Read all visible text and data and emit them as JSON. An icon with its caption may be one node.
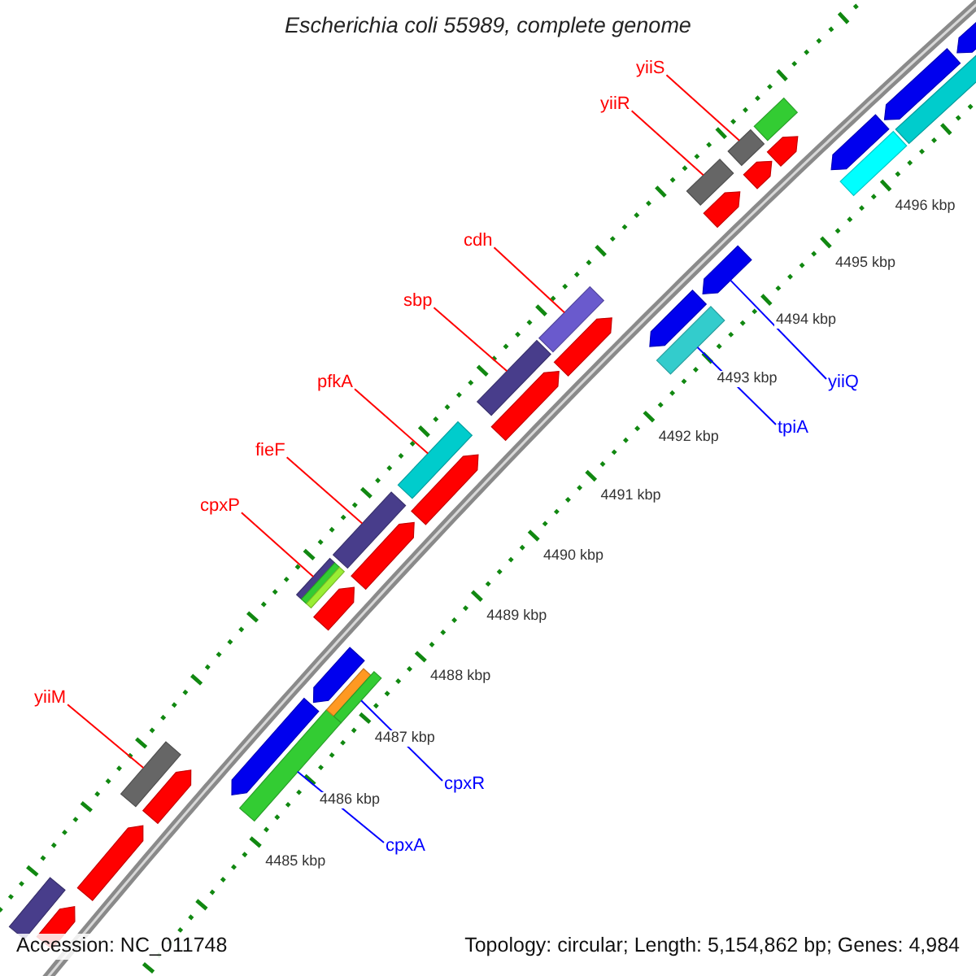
{
  "diagram": {
    "title": "Escherichia coli 55989, complete genome",
    "nodes": [
      {
        "text": [
          "yiiS"
        ]
      },
      {
        "text": [
          "yiiR"
        ]
      },
      {
        "text": [
          "cdh"
        ]
      },
      {
        "text": [
          "sbp"
        ]
      },
      {
        "text": [
          "pfkA"
        ]
      },
      {
        "text": [
          "yiiQ"
        ]
      },
      {
        "text": [
          "tpiA"
        ]
      },
      {
        "text": [
          "fieF"
        ]
      },
      {
        "text": [
          "cpxP"
        ]
      },
      {
        "text": [
          "yiiM"
        ]
      },
      {
        "text": [
          "cpxR"
        ]
      },
      {
        "text": [
          "cpxA"
        ]
      },
      {
        "text": [],
        "shape": "bar"
      },
      {
        "text": [],
        "shape": "bar"
      },
      {
        "text": [],
        "shape": "bar"
      },
      {
        "text": [],
        "shape": "bar"
      },
      {
        "text": [],
        "shape": "bar"
      },
      {
        "text": [],
        "shape": "bar"
      },
      {
        "text": [],
        "shape": "bar"
      },
      {
        "text": [],
        "shape": "bar"
      },
      {
        "text": [],
        "shape": "bar"
      },
      {
        "text": [],
        "shape": "bar"
      },
      {
        "text": [],
        "shape": "bar"
      },
      {
        "text": [],
        "shape": "bar"
      }
    ],
    "edges": [
      {
        "from": 0,
        "to": 23,
        "arrow": "none"
      },
      {
        "from": 1,
        "to": 22,
        "arrow": "none"
      },
      {
        "from": 2,
        "to": 19,
        "arrow": "none"
      },
      {
        "from": 3,
        "to": 18,
        "arrow": "none"
      },
      {
        "from": 4,
        "to": 17,
        "arrow": "none"
      },
      {
        "from": 5,
        "to": 21,
        "arrow": "none",
        "color": "#0000ff"
      },
      {
        "from": 6,
        "to": 20,
        "arrow": "none",
        "color": "#0000ff"
      },
      {
        "from": 7,
        "to": 16,
        "arrow": "none"
      },
      {
        "from": 8,
        "to": 15,
        "arrow": "none"
      },
      {
        "from": 9,
        "to": 12,
        "arrow": "none"
      },
      {
        "from": 10,
        "to": 14,
        "arrow": "none",
        "color": "#0000ff"
      },
      {
        "from": 11,
        "to": 13,
        "arrow": "none",
        "color": "#0000ff"
      }
    ],
    "labels": [
      "4496 kbp",
      "4495 kbp",
      "4494 kbp",
      "4493 kbp",
      "4492 kbp",
      "4491 kbp",
      "4490 kbp",
      "4489 kbp",
      "4488 kbp",
      "4487 kbp",
      "4486 kbp",
      "4485 kbp",
      "Accession: NC_011748",
      "Topology: circular; Length: 5,154,862 bp; Genes: 4,984"
    ]
  }
}
